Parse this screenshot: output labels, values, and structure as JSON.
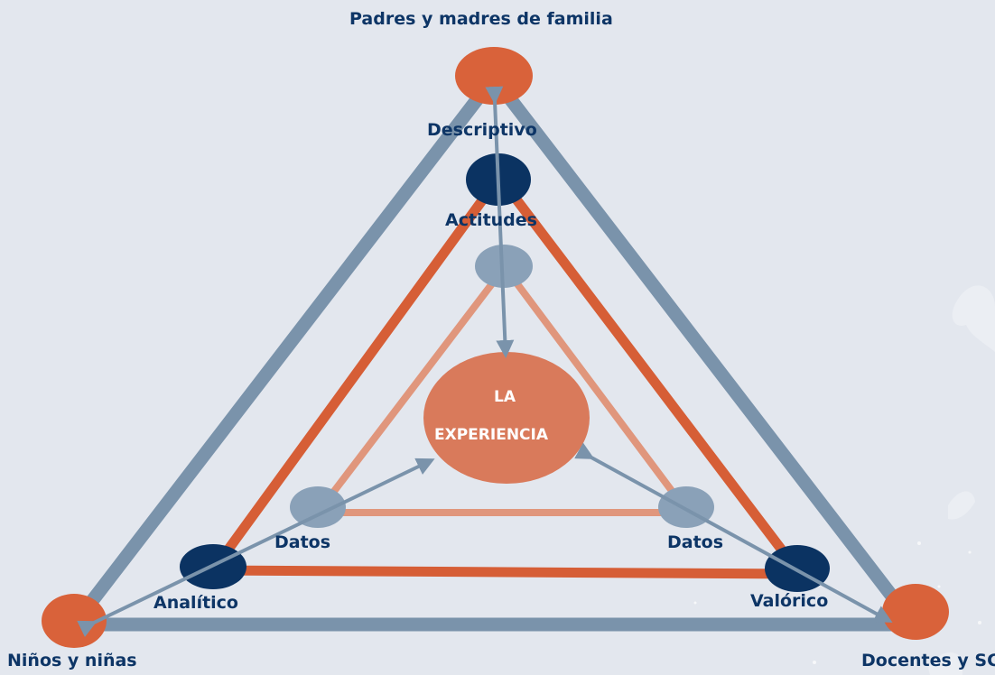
{
  "labels": {
    "top": "Padres y madres de familia",
    "bottom_left": "Niños y niñas",
    "bottom_right": "Docentes y SC",
    "descriptivo": "Descriptivo",
    "actitudes": "Actitudes",
    "analitico": "Analítico",
    "valorico": "Valórico",
    "datos_left": "Datos",
    "datos_right": "Datos"
  },
  "center": {
    "line1": "LA",
    "line2": "EXPERIENCIA"
  },
  "colors": {
    "background": "#e3e7ee",
    "outer_triangle": "#7a93ab",
    "middle_triangle": "#d65e36",
    "inner_triangle": "#e0967c",
    "orange_node": "#d9623a",
    "navy_node": "#0b3362",
    "grey_node": "#8aa1b8",
    "center_node": "#d97a5b",
    "arrow": "#7a93ab",
    "label_text": "#0d3566",
    "center_text": "#ffffff"
  }
}
